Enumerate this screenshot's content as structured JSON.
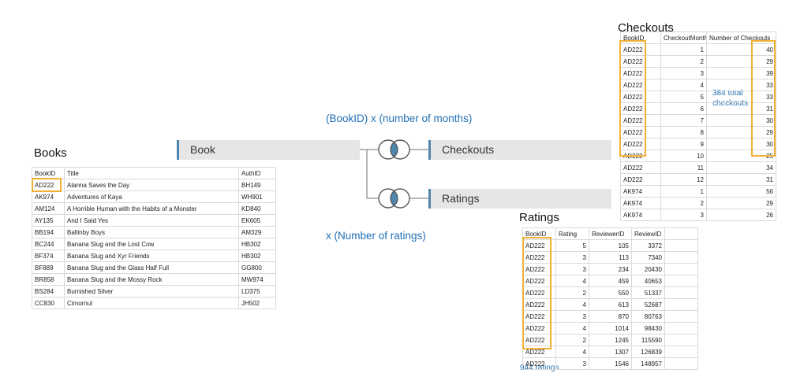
{
  "annotations": {
    "bookid_months": "(BookID) x (number of months)",
    "num_ratings": "x (Number of ratings)",
    "total_checkouts_line1": "384 total",
    "total_checkouts_line2": "checkouts",
    "ratings_count": "944 ratings"
  },
  "flow": {
    "book_label": "Book",
    "checkouts_label": "Checkouts",
    "ratings_label": "Ratings",
    "accent_color": "#4e86ad",
    "join_icon_fill": "#4e86ad"
  },
  "books": {
    "title": "Books",
    "headers": [
      "BookID",
      "Title",
      "AuthID"
    ],
    "rows": [
      [
        "AD222",
        "Alanna Saves the Day",
        "BH149"
      ],
      [
        "AK974",
        "Adventures of Kaya",
        "WH901"
      ],
      [
        "AM124",
        "A Horrible Human with the Habits of a Monster",
        "KD840"
      ],
      [
        "AY135",
        "And I Said Yes",
        "EK605"
      ],
      [
        "BB194",
        "Ballinby Boys",
        "AM329"
      ],
      [
        "BC244",
        "Banana Slug and the Lost Cow",
        "HB302"
      ],
      [
        "BF374",
        "Banana Slug and Xyr Friends",
        "HB302"
      ],
      [
        "BF889",
        "Banana Slug and the Glass Half Full",
        "GG800"
      ],
      [
        "BR858",
        "Banana Slug and the Mossy Rock",
        "MW974"
      ],
      [
        "BS284",
        "Burnished Silver",
        "LD375"
      ],
      [
        "CC830",
        "Cimornul",
        "JH502"
      ]
    ]
  },
  "checkouts": {
    "title": "Checkouts",
    "headers": [
      "BookID",
      "CheckoutMonth",
      "Number of Checkouts"
    ],
    "rows": [
      [
        "AD222",
        "1",
        "40"
      ],
      [
        "AD222",
        "2",
        "29"
      ],
      [
        "AD222",
        "3",
        "39"
      ],
      [
        "AD222",
        "4",
        "33"
      ],
      [
        "AD222",
        "5",
        "33"
      ],
      [
        "AD222",
        "6",
        "31"
      ],
      [
        "AD222",
        "7",
        "30"
      ],
      [
        "AD222",
        "8",
        "29"
      ],
      [
        "AD222",
        "9",
        "30"
      ],
      [
        "AD222",
        "10",
        "25"
      ],
      [
        "AD222",
        "11",
        "34"
      ],
      [
        "AD222",
        "12",
        "31"
      ],
      [
        "AK974",
        "1",
        "56"
      ],
      [
        "AK974",
        "2",
        "29"
      ],
      [
        "AK974",
        "3",
        "26"
      ]
    ]
  },
  "ratings": {
    "title": "Ratings",
    "headers": [
      "BookID",
      "Rating",
      "ReviewerID",
      "ReviewID"
    ],
    "rows": [
      [
        "AD222",
        "5",
        "105",
        "3372"
      ],
      [
        "AD222",
        "3",
        "113",
        "7340"
      ],
      [
        "AD222",
        "3",
        "234",
        "20430"
      ],
      [
        "AD222",
        "4",
        "459",
        "40653"
      ],
      [
        "AD222",
        "2",
        "550",
        "51337"
      ],
      [
        "AD222",
        "4",
        "613",
        "52687"
      ],
      [
        "AD222",
        "3",
        "870",
        "80763"
      ],
      [
        "AD222",
        "4",
        "1014",
        "98430"
      ],
      [
        "AD222",
        "2",
        "1245",
        "115590"
      ],
      [
        "AD222",
        "4",
        "1307",
        "126839"
      ],
      [
        "AD222",
        "3",
        "1546",
        "148957"
      ]
    ]
  },
  "highlight_color": "#f2b134"
}
